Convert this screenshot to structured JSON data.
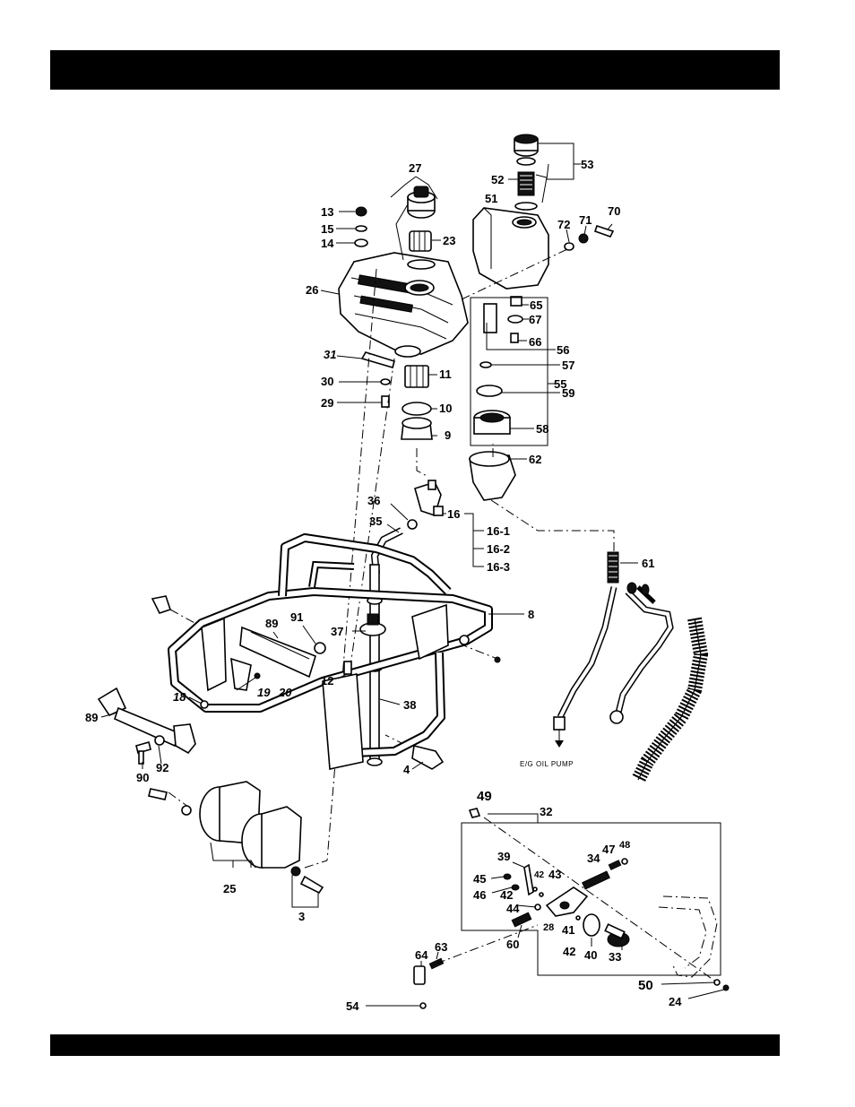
{
  "diagram": {
    "callouts": [
      {
        "id": "p13",
        "text": "13"
      },
      {
        "id": "p15",
        "text": "15"
      },
      {
        "id": "p14",
        "text": "14"
      },
      {
        "id": "p26",
        "text": "26"
      },
      {
        "id": "p27",
        "text": "27"
      },
      {
        "id": "p23",
        "text": "23"
      },
      {
        "id": "p31",
        "text": "31"
      },
      {
        "id": "p30",
        "text": "30"
      },
      {
        "id": "p29",
        "text": "29"
      },
      {
        "id": "p11",
        "text": "11"
      },
      {
        "id": "p10",
        "text": "10"
      },
      {
        "id": "p9",
        "text": "9"
      },
      {
        "id": "p53",
        "text": "53"
      },
      {
        "id": "p52",
        "text": "52"
      },
      {
        "id": "p51",
        "text": "51"
      },
      {
        "id": "p72",
        "text": "72"
      },
      {
        "id": "p71",
        "text": "71"
      },
      {
        "id": "p70",
        "text": "70"
      },
      {
        "id": "p65",
        "text": "65"
      },
      {
        "id": "p67",
        "text": "67"
      },
      {
        "id": "p66",
        "text": "66"
      },
      {
        "id": "p56",
        "text": "56"
      },
      {
        "id": "p57",
        "text": "57"
      },
      {
        "id": "p55",
        "text": "55"
      },
      {
        "id": "p59",
        "text": "59"
      },
      {
        "id": "p58",
        "text": "58"
      },
      {
        "id": "p62",
        "text": "62"
      },
      {
        "id": "p36",
        "text": "36"
      },
      {
        "id": "p35",
        "text": "35"
      },
      {
        "id": "p16",
        "text": "16"
      },
      {
        "id": "p16-1",
        "text": "16-1"
      },
      {
        "id": "p16-2",
        "text": "16-2"
      },
      {
        "id": "p16-3",
        "text": "16-3"
      },
      {
        "id": "p61",
        "text": "61"
      },
      {
        "id": "p8",
        "text": "8"
      },
      {
        "id": "p89a",
        "text": "89"
      },
      {
        "id": "p91",
        "text": "91"
      },
      {
        "id": "p37",
        "text": "37"
      },
      {
        "id": "p12",
        "text": "12"
      },
      {
        "id": "p19",
        "text": "19"
      },
      {
        "id": "p20",
        "text": "20"
      },
      {
        "id": "p18",
        "text": "18"
      },
      {
        "id": "p38",
        "text": "38"
      },
      {
        "id": "p89b",
        "text": "89"
      },
      {
        "id": "p90",
        "text": "90"
      },
      {
        "id": "p92",
        "text": "92"
      },
      {
        "id": "p4",
        "text": "4"
      },
      {
        "id": "p25",
        "text": "25"
      },
      {
        "id": "p3",
        "text": "3"
      },
      {
        "id": "p49",
        "text": "49"
      },
      {
        "id": "p32",
        "text": "32"
      },
      {
        "id": "p39",
        "text": "39"
      },
      {
        "id": "p42a",
        "text": "42"
      },
      {
        "id": "p43",
        "text": "43"
      },
      {
        "id": "p34",
        "text": "34"
      },
      {
        "id": "p47",
        "text": "47"
      },
      {
        "id": "p48",
        "text": "48"
      },
      {
        "id": "p45",
        "text": "45"
      },
      {
        "id": "p46",
        "text": "46"
      },
      {
        "id": "p42b",
        "text": "42"
      },
      {
        "id": "p44",
        "text": "44"
      },
      {
        "id": "p28",
        "text": "28"
      },
      {
        "id": "p41",
        "text": "41"
      },
      {
        "id": "p60",
        "text": "60"
      },
      {
        "id": "p42c",
        "text": "42"
      },
      {
        "id": "p40",
        "text": "40"
      },
      {
        "id": "p33",
        "text": "33"
      },
      {
        "id": "p64",
        "text": "64"
      },
      {
        "id": "p63",
        "text": "63"
      },
      {
        "id": "p50",
        "text": "50"
      },
      {
        "id": "p24",
        "text": "24"
      },
      {
        "id": "p54",
        "text": "54"
      }
    ],
    "oil_pump_label": "E/G OIL PUMP"
  }
}
